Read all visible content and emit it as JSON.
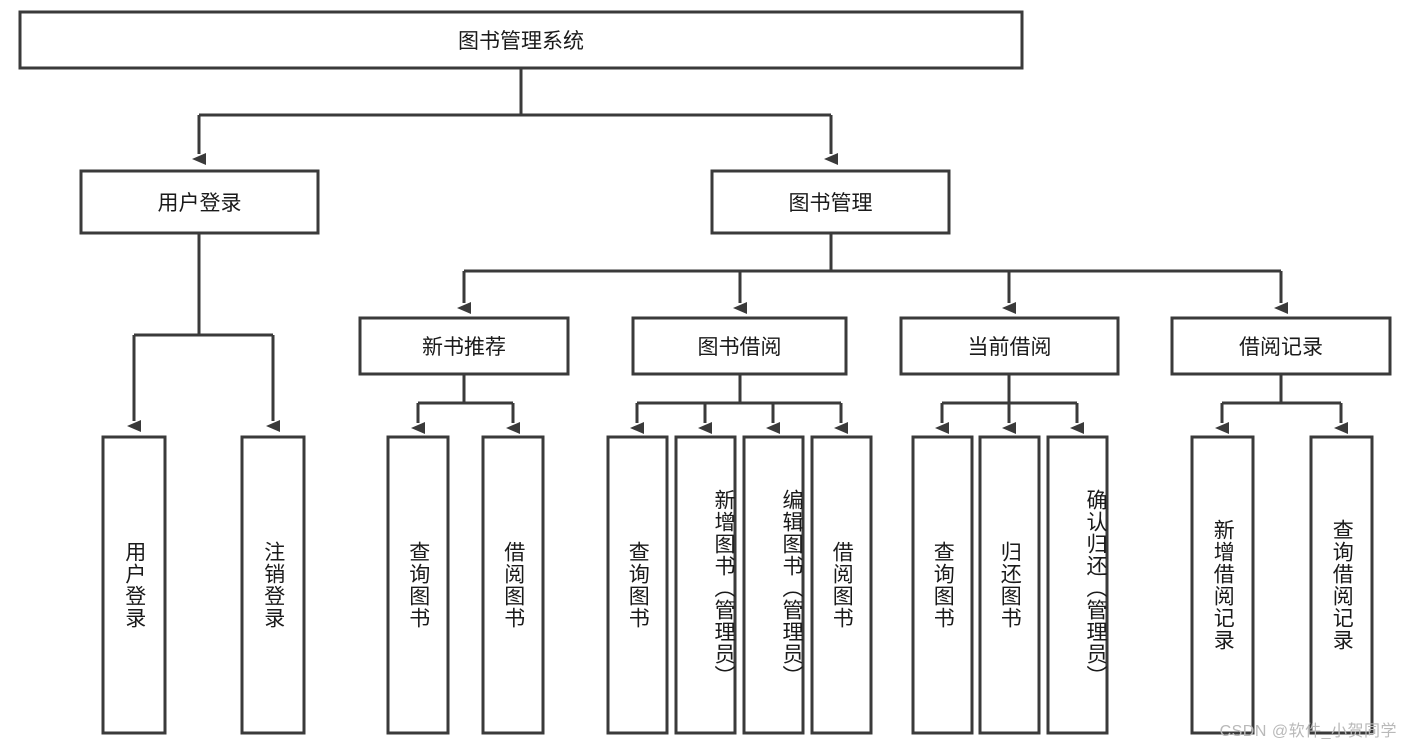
{
  "diagram": {
    "title_node": {
      "label": "图书管理系统"
    },
    "level1": [
      {
        "label": "用户登录"
      },
      {
        "label": "图书管理"
      }
    ],
    "level2": [
      {
        "label": "新书推荐"
      },
      {
        "label": "图书借阅"
      },
      {
        "label": "当前借阅"
      },
      {
        "label": "借阅记录"
      }
    ],
    "leaves": {
      "user_login": [
        {
          "label": "用户登录"
        },
        {
          "label": "注销登录"
        }
      ],
      "new_book_recommend": [
        {
          "label": "查询图书"
        },
        {
          "label": "借阅图书"
        }
      ],
      "book_borrow": [
        {
          "label": "查询图书"
        },
        {
          "label": "新增图书（管理员）"
        },
        {
          "label": "编辑图书（管理员）"
        },
        {
          "label": "借阅图书"
        }
      ],
      "current_borrow": [
        {
          "label": "查询图书"
        },
        {
          "label": "归还图书"
        },
        {
          "label": "确认归还（管理员）"
        }
      ],
      "borrow_record": [
        {
          "label": "新增借阅记录"
        },
        {
          "label": "查询借阅记录"
        }
      ]
    },
    "colors": {
      "stroke": "#3a3a3a",
      "fill": "#ffffff",
      "text": "#1a1a1a",
      "watermark": "#b9b9b9"
    }
  },
  "watermark": {
    "text": "CSDN @软件_小贺同学"
  }
}
